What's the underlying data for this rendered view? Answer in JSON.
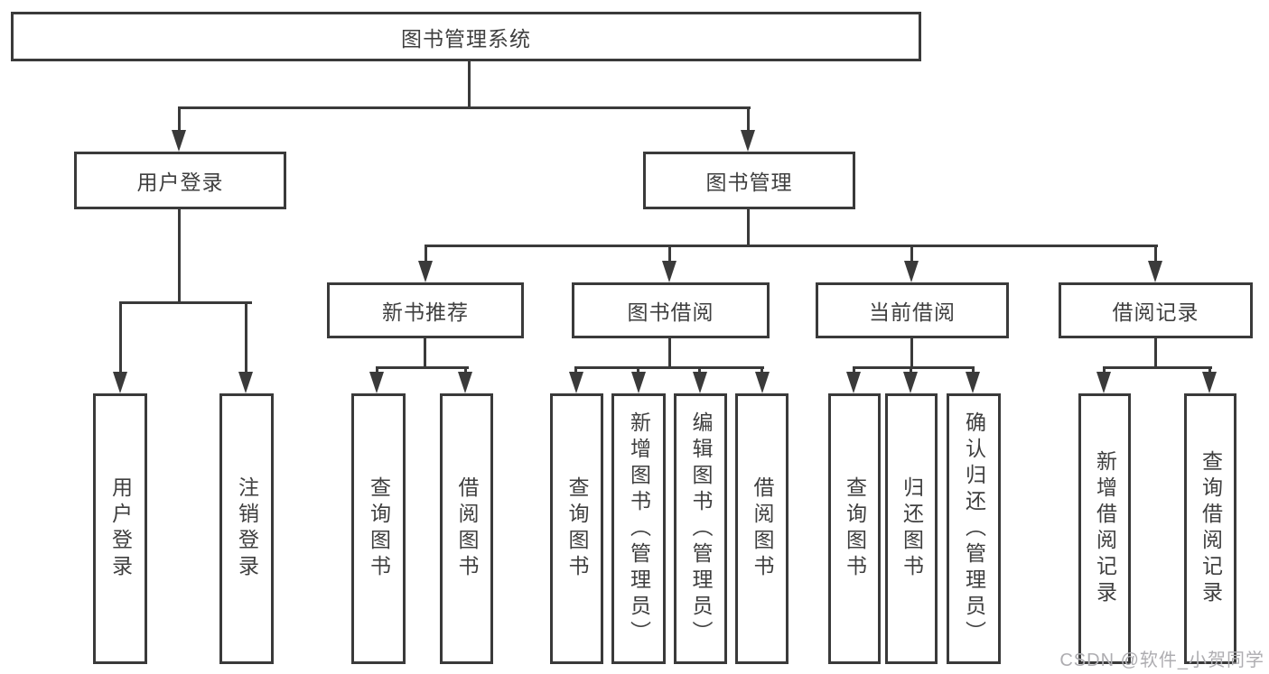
{
  "diagram": {
    "root": "图书管理系统",
    "level2": {
      "user_login": "用户登录",
      "book_mgmt": "图书管理"
    },
    "level3": {
      "new_book_rec": "新书推荐",
      "book_borrow": "图书借阅",
      "current_borrow": "当前借阅",
      "borrow_records": "借阅记录"
    },
    "leaves": {
      "user_login": [
        "用户登录",
        "注销登录"
      ],
      "new_book_rec": [
        "查询图书",
        "借阅图书"
      ],
      "book_borrow": [
        "查询图书",
        "新增图书（管理员）",
        "编辑图书（管理员）",
        "借阅图书"
      ],
      "current_borrow": [
        "查询图书",
        "归还图书",
        "确认归还（管理员）"
      ],
      "borrow_records": [
        "新增借阅记录",
        "查询借阅记录"
      ]
    }
  },
  "watermark": "CSDN @软件_小贺同学",
  "colors": {
    "line": "#3a3a3a",
    "box_border": "#3a3a3a",
    "text": "#3f3f3f",
    "watermark": "#aeadb1",
    "background": "#ffffff"
  }
}
